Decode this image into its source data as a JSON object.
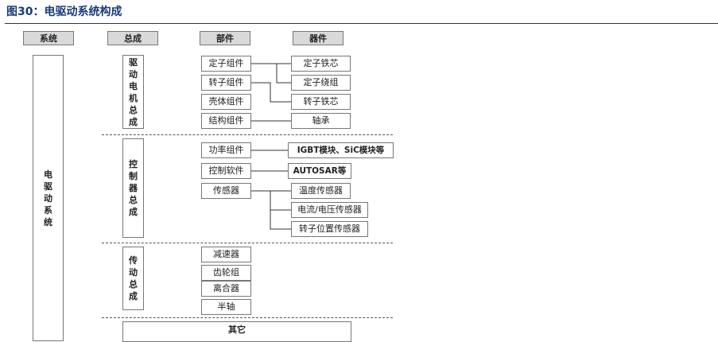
{
  "title": "图30：电驱动系统构成",
  "headers": {
    "system": "系统",
    "assembly": "总成",
    "component": "部件",
    "part": "器件"
  },
  "system_label": "电驱动系统",
  "groups": {
    "motor": {
      "label": "驱动电机总成",
      "components": [
        "定子组件",
        "转子组件",
        "壳体组件",
        "结构组件"
      ],
      "parts": [
        "定子铁芯",
        "定子绕组",
        "转子铁芯",
        "轴承"
      ]
    },
    "controller": {
      "label": "控制器总成",
      "components": [
        "功率组件",
        "控制软件",
        "传感器"
      ],
      "parts": [
        "IGBT模块、SiC模块等",
        "AUTOSAR等",
        "温度传感器",
        "电流/电压传感器",
        "转子位置传感器"
      ]
    },
    "transmission": {
      "label": "传动总成",
      "components": [
        "减速器",
        "齿轮组",
        "离合器",
        "半轴"
      ]
    },
    "other": {
      "label": "其它"
    }
  }
}
